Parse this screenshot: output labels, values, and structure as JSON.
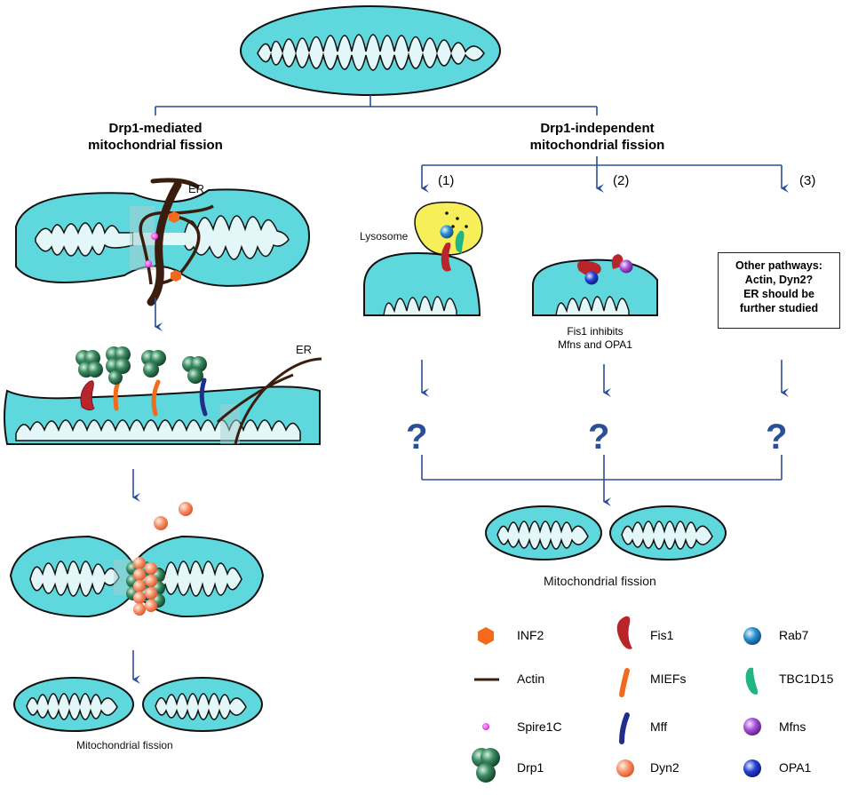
{
  "headings": {
    "drp1_mediated": [
      "Drp1-mediated",
      "mitochondrial fission"
    ],
    "drp1_independent": [
      "Drp1-independent",
      "mitochondrial fission"
    ]
  },
  "labels": {
    "er_top": "ER",
    "er_mid": "ER",
    "lysosome": "Lysosome",
    "fis1_note": [
      "Fis1 inhibits",
      "Mfns and OPA1"
    ],
    "pathway_box": [
      "Other pathways:",
      "Actin, Dyn2?",
      "ER should be",
      "further studied"
    ],
    "fission_left": "Mitochondrial fission",
    "fission_right": "Mitochondrial fission",
    "question_mark": "?"
  },
  "pathways": [
    "(1)",
    "(2)",
    "(3)"
  ],
  "legend": [
    {
      "icon": "inf2-icon",
      "label": "INF2",
      "color": "#f26a1b"
    },
    {
      "icon": "actin-icon",
      "label": "Actin",
      "color": "#3a1d0e"
    },
    {
      "icon": "spire1c-icon",
      "label": "Spire1C",
      "color": "#e81ee0"
    },
    {
      "icon": "drp1-icon",
      "label": "Drp1",
      "color": "#2e7a55"
    },
    {
      "icon": "fis1-icon",
      "label": "Fis1",
      "color": "#b8262c"
    },
    {
      "icon": "miefs-icon",
      "label": "MIEFs",
      "color": "#f26a1b"
    },
    {
      "icon": "mff-icon",
      "label": "Mff",
      "color": "#1f2e8c"
    },
    {
      "icon": "dyn2-icon",
      "label": "Dyn2",
      "color": "#f7936a"
    },
    {
      "icon": "rab7-icon",
      "label": "Rab7",
      "color": "#2a8fd0"
    },
    {
      "icon": "tbc1d15-icon",
      "label": "TBC1D15",
      "color": "#1fb584"
    },
    {
      "icon": "mfns-icon",
      "label": "Mfns",
      "color": "#a64fd6"
    },
    {
      "icon": "opa1-icon",
      "label": "OPA1",
      "color": "#2540d6"
    }
  ],
  "colors": {
    "mito": "#5ed7dd",
    "matrix": "#e3f7f8",
    "arrow": "#2b4e9a",
    "lysosome": "#f7ef5a"
  }
}
